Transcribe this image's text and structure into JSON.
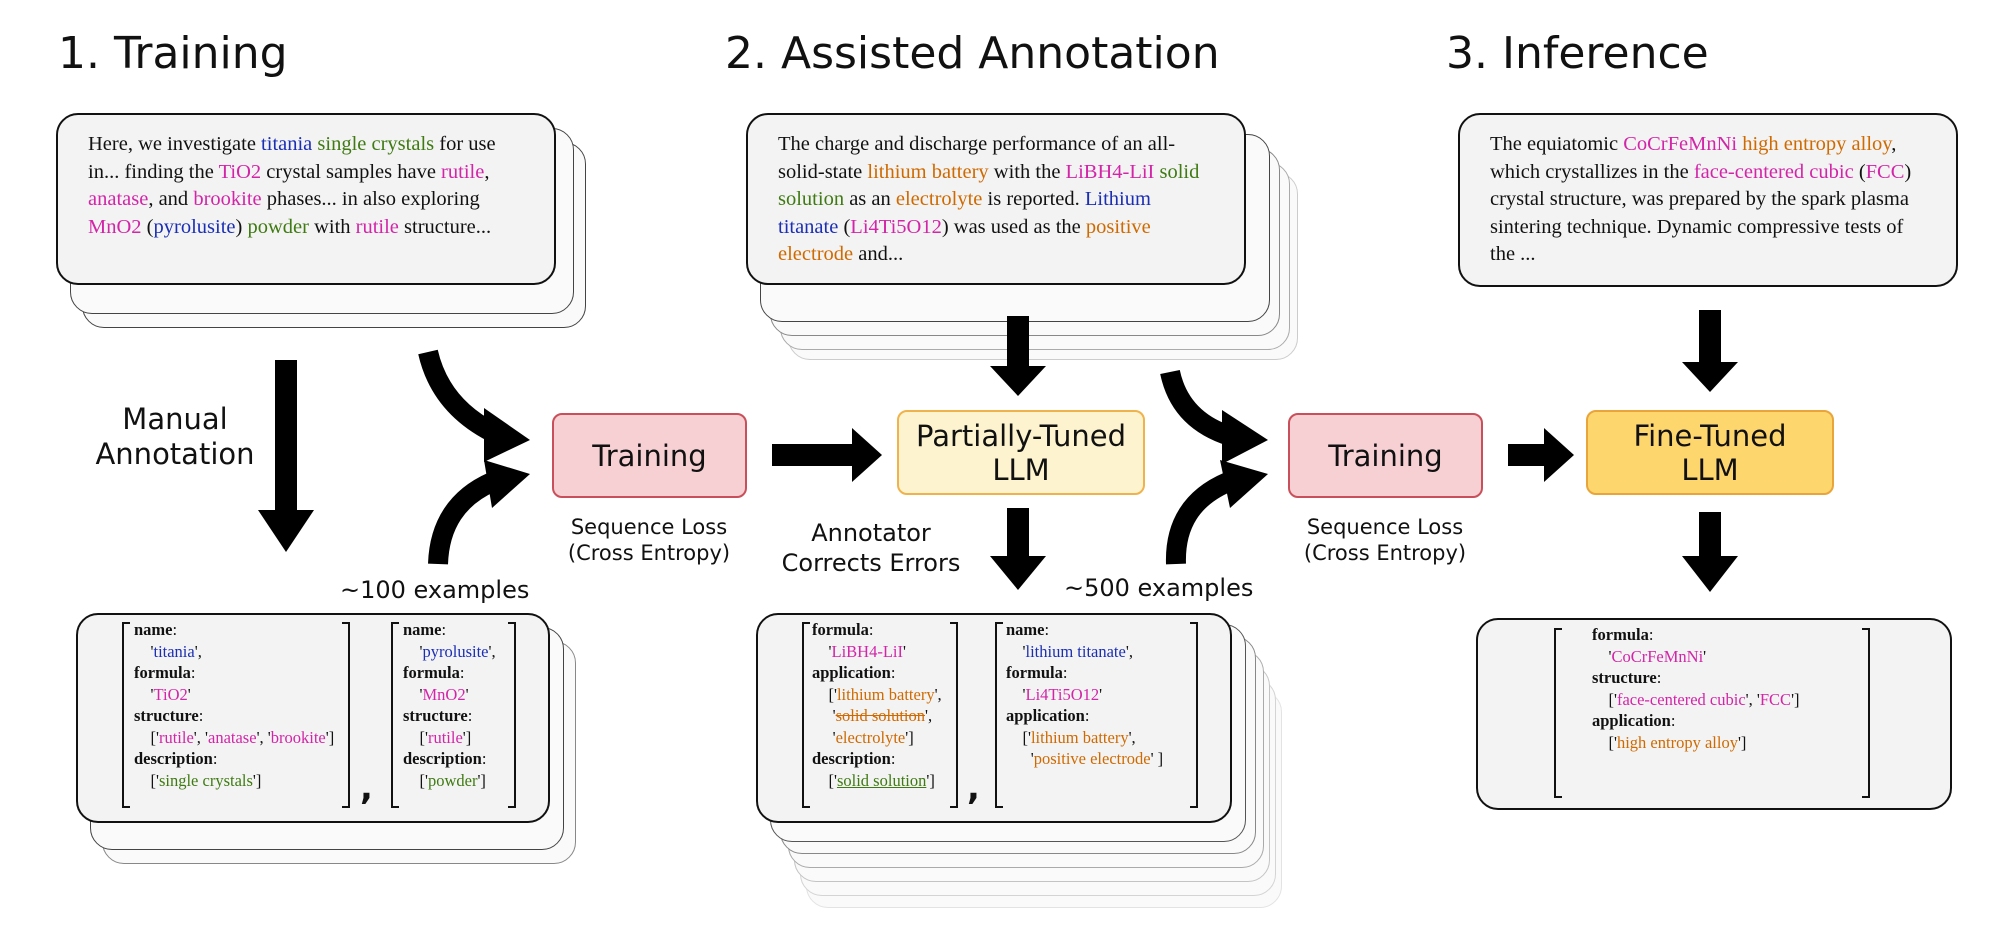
{
  "headings": {
    "training": "1. Training",
    "assisted": "2. Assisted Annotation",
    "inference": "3. Inference"
  },
  "nodes": {
    "training1": "Training",
    "partial_line1": "Partially-Tuned",
    "partial_line2": "LLM",
    "training2": "Training",
    "fine_line1": "Fine-Tuned",
    "fine_line2": "LLM"
  },
  "labels": {
    "manual_line1": "Manual",
    "manual_line2": "Annotation",
    "examples100": "~100 examples",
    "seqloss1_line1": "Sequence Loss",
    "seqloss1_line2": "(Cross Entropy)",
    "annot_line1": "Annotator",
    "annot_line2": "Corrects Errors",
    "examples500": "~500 examples",
    "seqloss2_line1": "Sequence Loss",
    "seqloss2_line2": "(Cross Entropy)"
  },
  "passages": {
    "p1": [
      {
        "t": "Here, we investigate ",
        "c": ""
      },
      {
        "t": "titania",
        "c": "blue"
      },
      {
        "t": " ",
        "c": ""
      },
      {
        "t": "single crystals",
        "c": "green"
      },
      {
        "t": " for use in... finding the ",
        "c": ""
      },
      {
        "t": "TiO2",
        "c": "mag"
      },
      {
        "t": " crystal samples have ",
        "c": ""
      },
      {
        "t": "rutile",
        "c": "mag"
      },
      {
        "t": ", ",
        "c": ""
      },
      {
        "t": "anatase",
        "c": "mag"
      },
      {
        "t": ", and ",
        "c": ""
      },
      {
        "t": "brookite",
        "c": "mag"
      },
      {
        "t": " phases... in also exploring ",
        "c": ""
      },
      {
        "t": "MnO2",
        "c": "mag"
      },
      {
        "t": " (",
        "c": ""
      },
      {
        "t": "pyrolusite",
        "c": "blue"
      },
      {
        "t": ") ",
        "c": ""
      },
      {
        "t": "powder",
        "c": "green"
      },
      {
        "t": " with ",
        "c": ""
      },
      {
        "t": "rutile",
        "c": "mag"
      },
      {
        "t": " structure...",
        "c": ""
      }
    ],
    "p2": [
      {
        "t": "The charge and discharge performance of an all-solid-state ",
        "c": ""
      },
      {
        "t": "lithium battery",
        "c": "orange"
      },
      {
        "t": " with the ",
        "c": ""
      },
      {
        "t": "LiBH4-LiI",
        "c": "mag"
      },
      {
        "t": " ",
        "c": ""
      },
      {
        "t": "solid solution",
        "c": "green"
      },
      {
        "t": " as an ",
        "c": ""
      },
      {
        "t": "electrolyte",
        "c": "orange"
      },
      {
        "t": " is reported. ",
        "c": ""
      },
      {
        "t": "Lithium titanate",
        "c": "blue"
      },
      {
        "t": " (",
        "c": ""
      },
      {
        "t": "Li4Ti5O12",
        "c": "mag"
      },
      {
        "t": ") was used as the ",
        "c": ""
      },
      {
        "t": "positive electrode",
        "c": "orange"
      },
      {
        "t": " and...",
        "c": ""
      }
    ],
    "p3": [
      {
        "t": "The equiatomic ",
        "c": ""
      },
      {
        "t": "CoCrFeMnNi",
        "c": "mag"
      },
      {
        "t": " ",
        "c": ""
      },
      {
        "t": "high entropy alloy",
        "c": "orange"
      },
      {
        "t": ", which crystallizes in the ",
        "c": ""
      },
      {
        "t": "face-centered cubic",
        "c": "mag"
      },
      {
        "t": " (",
        "c": ""
      },
      {
        "t": "FCC",
        "c": "mag"
      },
      {
        "t": ") crystal structure, was prepared by the spark plasma sintering technique. Dynamic compressive tests of the ...",
        "c": ""
      }
    ]
  },
  "json1": {
    "a": [
      [
        {
          "t": "name",
          "c": "k"
        },
        {
          "t": ":",
          "c": ""
        }
      ],
      [
        {
          "t": "    '",
          "c": ""
        },
        {
          "t": "titania",
          "c": "blue"
        },
        {
          "t": "',",
          "c": ""
        }
      ],
      [
        {
          "t": "formula",
          "c": "k"
        },
        {
          "t": ":",
          "c": ""
        }
      ],
      [
        {
          "t": "    '",
          "c": ""
        },
        {
          "t": "TiO2",
          "c": "mag"
        },
        {
          "t": "'",
          "c": ""
        }
      ],
      [
        {
          "t": "structure",
          "c": "k"
        },
        {
          "t": ":",
          "c": ""
        }
      ],
      [
        {
          "t": "    ['",
          "c": ""
        },
        {
          "t": "rutile",
          "c": "mag"
        },
        {
          "t": "', '",
          "c": ""
        },
        {
          "t": "anatase",
          "c": "mag"
        },
        {
          "t": "', '",
          "c": ""
        },
        {
          "t": "brookite",
          "c": "mag"
        },
        {
          "t": "']",
          "c": ""
        }
      ],
      [
        {
          "t": "description",
          "c": "k"
        },
        {
          "t": ":",
          "c": ""
        }
      ],
      [
        {
          "t": "    ['",
          "c": ""
        },
        {
          "t": "single crystals",
          "c": "green"
        },
        {
          "t": "']",
          "c": ""
        }
      ]
    ],
    "b": [
      [
        {
          "t": "name",
          "c": "k"
        },
        {
          "t": ":",
          "c": ""
        }
      ],
      [
        {
          "t": "    '",
          "c": ""
        },
        {
          "t": "pyrolusite",
          "c": "blue"
        },
        {
          "t": "',",
          "c": ""
        }
      ],
      [
        {
          "t": "formula",
          "c": "k"
        },
        {
          "t": ":",
          "c": ""
        }
      ],
      [
        {
          "t": "    '",
          "c": ""
        },
        {
          "t": "MnO2",
          "c": "mag"
        },
        {
          "t": "'",
          "c": ""
        }
      ],
      [
        {
          "t": "structure",
          "c": "k"
        },
        {
          "t": ":",
          "c": ""
        }
      ],
      [
        {
          "t": "    ['",
          "c": ""
        },
        {
          "t": "rutile",
          "c": "mag"
        },
        {
          "t": "']",
          "c": ""
        }
      ],
      [
        {
          "t": "description",
          "c": "k"
        },
        {
          "t": ":",
          "c": ""
        }
      ],
      [
        {
          "t": "    ['",
          "c": ""
        },
        {
          "t": "powder",
          "c": "green"
        },
        {
          "t": "']",
          "c": ""
        }
      ]
    ]
  },
  "json2": {
    "a": [
      [
        {
          "t": "formula",
          "c": "k"
        },
        {
          "t": ":",
          "c": ""
        }
      ],
      [
        {
          "t": "    '",
          "c": ""
        },
        {
          "t": "LiBH4-LiI",
          "c": "mag"
        },
        {
          "t": "'",
          "c": ""
        }
      ],
      [
        {
          "t": "application",
          "c": "k"
        },
        {
          "t": ":",
          "c": ""
        }
      ],
      [
        {
          "t": "    ['",
          "c": ""
        },
        {
          "t": "lithium battery",
          "c": "orange"
        },
        {
          "t": "',",
          "c": ""
        }
      ],
      [
        {
          "t": "     '",
          "c": ""
        },
        {
          "t": "solid solution",
          "c": "orange strike"
        },
        {
          "t": "',",
          "c": ""
        }
      ],
      [
        {
          "t": "     '",
          "c": ""
        },
        {
          "t": "electrolyte",
          "c": "orange"
        },
        {
          "t": "']",
          "c": ""
        }
      ],
      [
        {
          "t": "description",
          "c": "k"
        },
        {
          "t": ":",
          "c": ""
        }
      ],
      [
        {
          "t": "    ['",
          "c": ""
        },
        {
          "t": "solid solution",
          "c": "green under"
        },
        {
          "t": "']",
          "c": ""
        }
      ]
    ],
    "b": [
      [
        {
          "t": "name",
          "c": "k"
        },
        {
          "t": ":",
          "c": ""
        }
      ],
      [
        {
          "t": "    '",
          "c": ""
        },
        {
          "t": "lithium titanate",
          "c": "blue"
        },
        {
          "t": "',",
          "c": ""
        }
      ],
      [
        {
          "t": "formula",
          "c": "k"
        },
        {
          "t": ":",
          "c": ""
        }
      ],
      [
        {
          "t": "    '",
          "c": ""
        },
        {
          "t": "Li4Ti5O12",
          "c": "mag"
        },
        {
          "t": "'",
          "c": ""
        }
      ],
      [
        {
          "t": "application",
          "c": "k"
        },
        {
          "t": ":",
          "c": ""
        }
      ],
      [
        {
          "t": "    ['",
          "c": ""
        },
        {
          "t": "lithium battery",
          "c": "orange"
        },
        {
          "t": "',",
          "c": ""
        }
      ],
      [
        {
          "t": "      '",
          "c": ""
        },
        {
          "t": "positive electrode",
          "c": "orange"
        },
        {
          "t": "' ]",
          "c": ""
        }
      ]
    ]
  },
  "json3": [
    [
      {
        "t": "formula",
        "c": "k"
      },
      {
        "t": ":",
        "c": ""
      }
    ],
    [
      {
        "t": "    '",
        "c": ""
      },
      {
        "t": "CoCrFeMnNi",
        "c": "mag"
      },
      {
        "t": "'",
        "c": ""
      }
    ],
    [
      {
        "t": "structure",
        "c": "k"
      },
      {
        "t": ":",
        "c": ""
      }
    ],
    [
      {
        "t": "    ['",
        "c": ""
      },
      {
        "t": "face-centered cubic",
        "c": "mag"
      },
      {
        "t": "', '",
        "c": ""
      },
      {
        "t": "FCC",
        "c": "mag"
      },
      {
        "t": "']",
        "c": ""
      }
    ],
    [
      {
        "t": "application",
        "c": "k"
      },
      {
        "t": ":",
        "c": ""
      }
    ],
    [
      {
        "t": "    ['",
        "c": ""
      },
      {
        "t": "high entropy alloy",
        "c": "orange"
      },
      {
        "t": "']",
        "c": ""
      }
    ]
  ],
  "separators": {
    "comma1": ",",
    "comma2": ","
  }
}
